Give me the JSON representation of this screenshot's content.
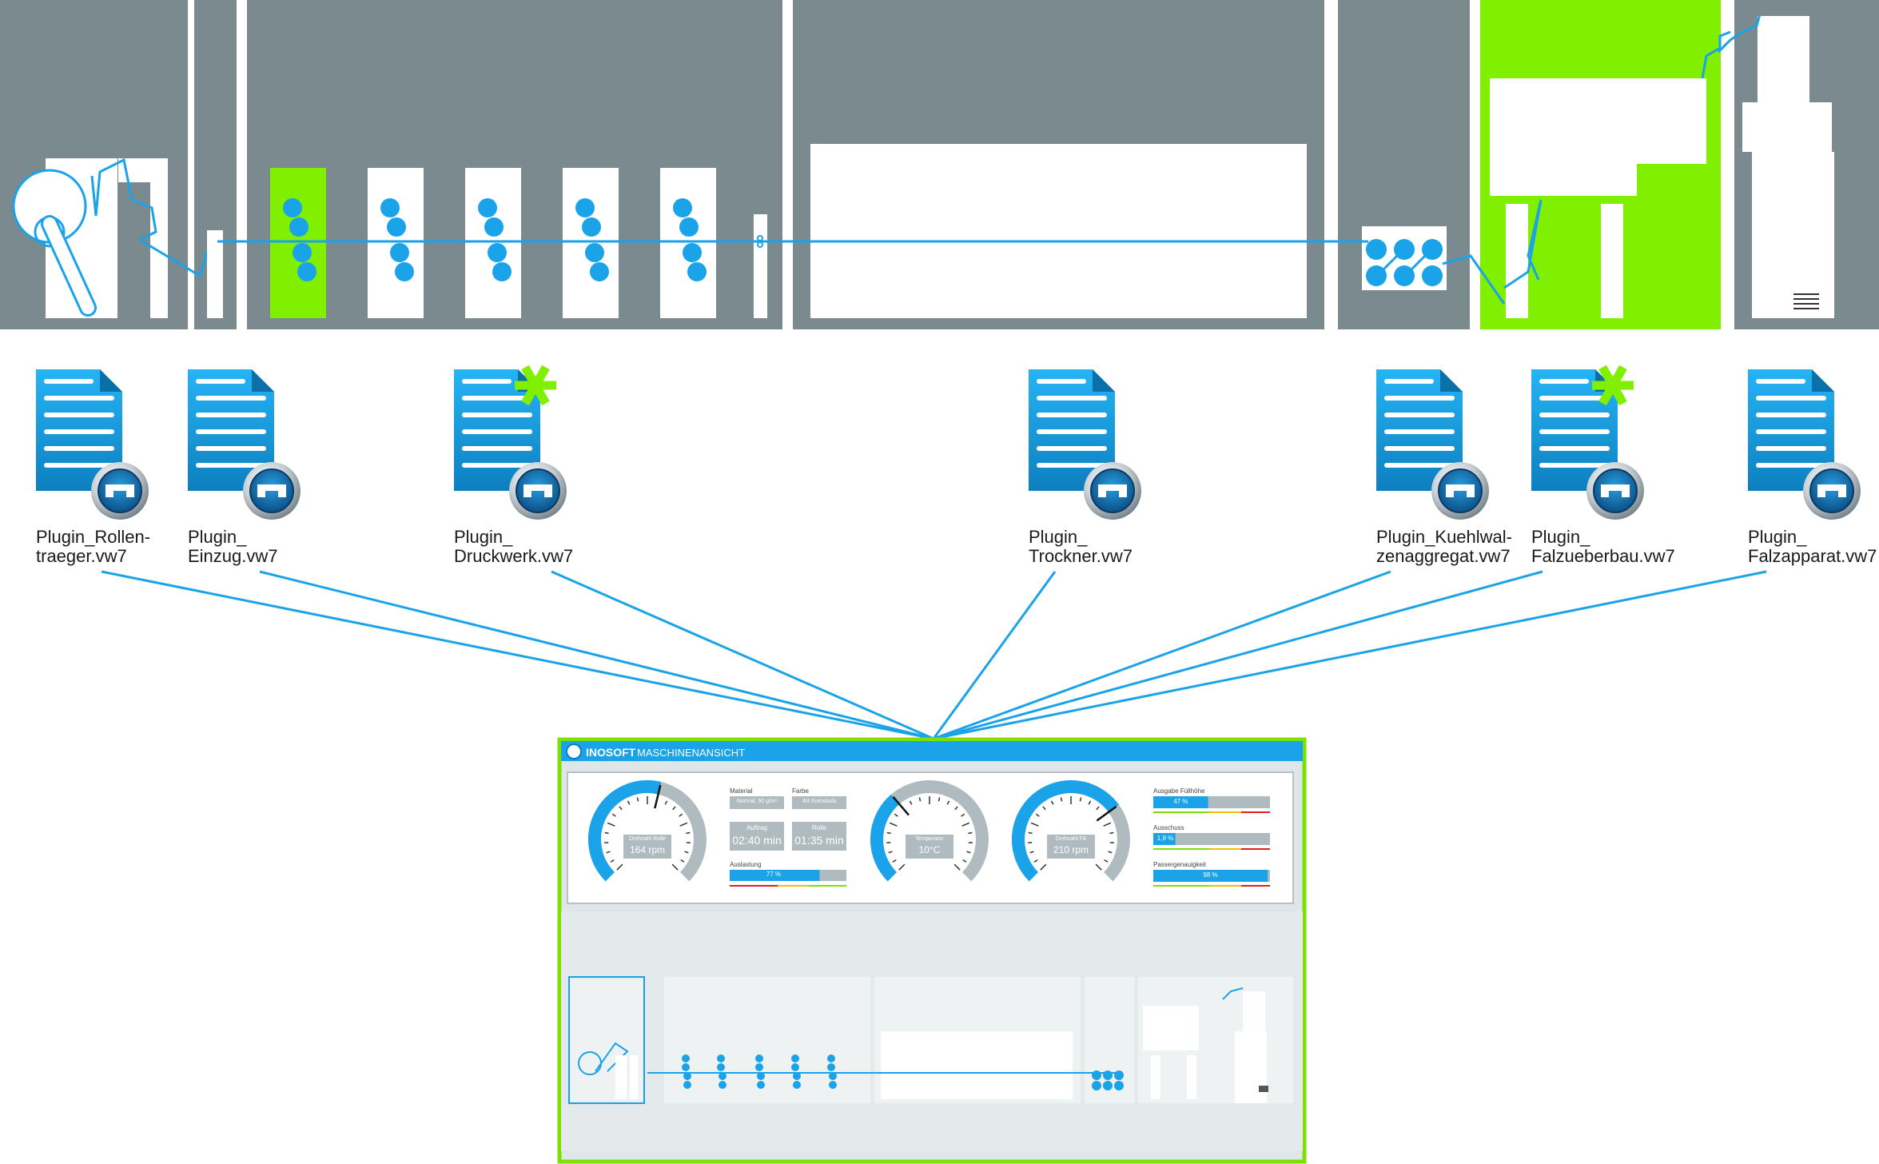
{
  "colors": {
    "machine_gray": "#7a8a8f",
    "highlight_green": "#80f000",
    "accent_blue": "#1aa3e8",
    "white": "#ffffff",
    "dash_bg": "#dfe6e8",
    "dash_border": "#7ee000"
  },
  "machine": {
    "sections": [
      {
        "id": "rollentraeger",
        "highlighted": false
      },
      {
        "id": "einzug",
        "highlighted": false
      },
      {
        "id": "druckwerk",
        "highlighted": false
      },
      {
        "id": "trockner",
        "highlighted": false
      },
      {
        "id": "kuehlwalzenaggregat",
        "highlighted": false
      },
      {
        "id": "falzueberbau",
        "highlighted": true
      },
      {
        "id": "falzapparat",
        "highlighted": false
      }
    ],
    "druck_units": [
      {
        "highlighted": true
      },
      {
        "highlighted": false
      },
      {
        "highlighted": false
      },
      {
        "highlighted": false
      },
      {
        "highlighted": false
      }
    ]
  },
  "plugins": [
    {
      "line1": "Plugin_Rollen-",
      "line2": "traeger.vw7",
      "modified": false,
      "icon": "document-plugin-icon"
    },
    {
      "line1": "Plugin_",
      "line2": "Einzug.vw7",
      "modified": false,
      "icon": "document-plugin-icon"
    },
    {
      "line1": "Plugin_",
      "line2": "Druckwerk.vw7",
      "modified": true,
      "icon": "document-plugin-icon"
    },
    {
      "line1": "Plugin_",
      "line2": "Trockner.vw7",
      "modified": false,
      "icon": "document-plugin-icon"
    },
    {
      "line1": "Plugin_Kuehlwal-",
      "line2": "zenaggregat.vw7",
      "modified": false,
      "icon": "document-plugin-icon"
    },
    {
      "line1": "Plugin_",
      "line2": "Falzueberbau.vw7",
      "modified": true,
      "icon": "document-plugin-icon"
    },
    {
      "line1": "Plugin_",
      "line2": "Falzapparat.vw7",
      "modified": false,
      "icon": "document-plugin-icon"
    }
  ],
  "dashboard": {
    "brand": "INOSOFT",
    "title": "MASCHINENANSICHT",
    "gauges": [
      {
        "label": "Drehzahl Rolle",
        "value": "164 rpm",
        "fraction": 0.55
      },
      {
        "label": "Temperatur",
        "value": "10°C",
        "fraction": 0.35
      },
      {
        "label": "Drehzahl FA",
        "value": "210 rpm",
        "fraction": 0.7
      }
    ],
    "info": {
      "material_label": "Material",
      "material_value": "Normal, 90 g/m²",
      "farbe_label": "Farbe",
      "farbe_value": "4/4 Euroskala",
      "auftrag_label": "Auftrag",
      "auftrag_value": "02:40 min",
      "rolle_label": "Rolle",
      "rolle_value": "01:35 min",
      "auslastung_label": "Auslastung",
      "auslastung_value": "77 %",
      "auslastung_fraction": 0.77
    },
    "bars": [
      {
        "label": "Ausgabe Füllhöhe",
        "value": "47 %",
        "fraction": 0.47
      },
      {
        "label": "Ausschuss",
        "value": "1,9 %",
        "fraction": 0.19
      },
      {
        "label": "Passergenauigkeit",
        "value": "98 %",
        "fraction": 0.98
      }
    ]
  }
}
